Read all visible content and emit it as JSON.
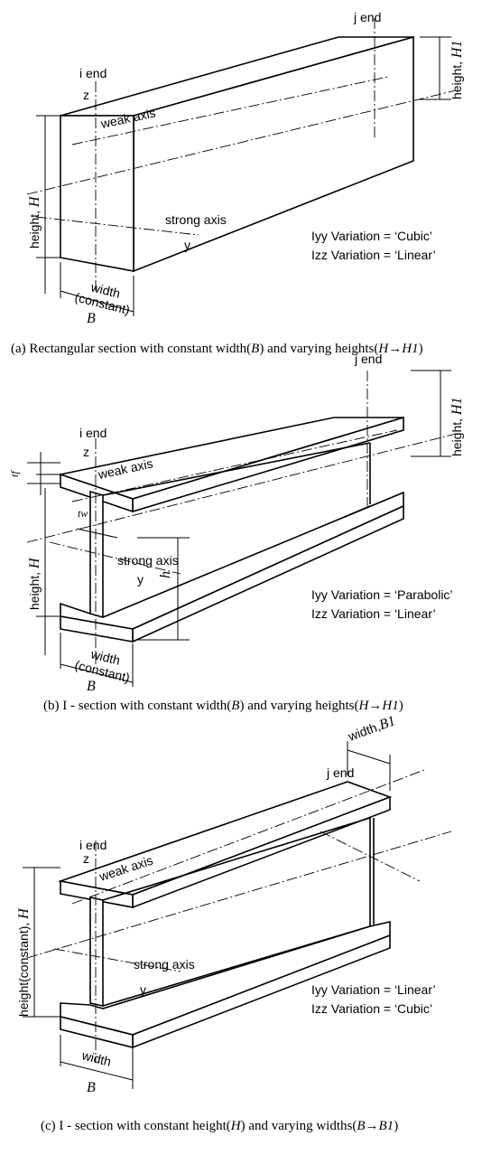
{
  "panel_a": {
    "i_end": "i end",
    "j_end": "j end",
    "z": "z",
    "y": "y",
    "weak_axis": "weak axis",
    "strong_axis": "strong axis",
    "height_h": "height,",
    "height_h_sym": "H",
    "height_h1": "height,",
    "height_h1_sym": "H1",
    "width": "width",
    "constant": "(constant)",
    "b": "B",
    "iyy": "Iyy Variation = ‘Cubic’",
    "izz": "Izz Variation = ‘Linear’",
    "caption_pre": "(a) Rectangular section with constant width(",
    "caption_b": "B",
    "caption_mid": ") and varying heights(",
    "caption_h": "H→H1",
    "caption_end": ")"
  },
  "panel_b": {
    "i_end": "i end",
    "j_end": "j end",
    "z": "z",
    "y": "y",
    "weak_axis": "weak axis",
    "strong_axis": "strong axis",
    "tf": "tf",
    "tw": "tw",
    "h": "h",
    "height_h": "height,",
    "height_h_sym": "H",
    "height_h1": "height,",
    "height_h1_sym": "H1",
    "width": "width",
    "constant": "(constant)",
    "b": "B",
    "iyy": "Iyy Variation = ‘Parabolic’",
    "izz": "Izz Variation = ‘Linear’",
    "caption_pre": "(b) I - section with constant width(",
    "caption_b": "B",
    "caption_mid": ") and varying heights(",
    "caption_h": "H→H1",
    "caption_end": ")"
  },
  "panel_c": {
    "i_end": "i end",
    "j_end": "j end",
    "z": "z",
    "y": "y",
    "weak_axis": "weak axis",
    "strong_axis": "strong axis",
    "height": "height(constant),",
    "height_sym": "H",
    "width": "width",
    "width_b1": "width,",
    "width_b1_sym": "B1",
    "b": "B",
    "iyy": "Iyy Variation = ‘Linear’",
    "izz": "Izz Variation = ‘Cubic’",
    "caption_pre": "(c) I - section with constant height(",
    "caption_h": "H",
    "caption_mid": ") and varying widths(",
    "caption_b": "B→B1",
    "caption_end": ")"
  }
}
